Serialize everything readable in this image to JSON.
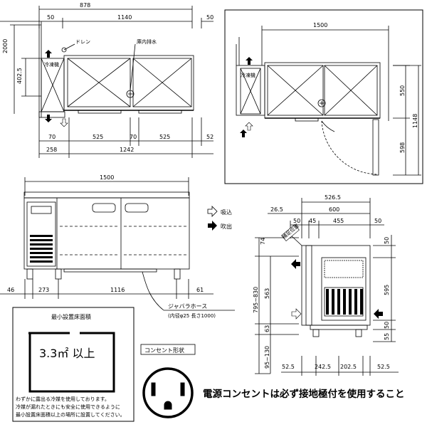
{
  "plan": {
    "dims_top": [
      "878",
      "50",
      "1140",
      "50"
    ],
    "left_dims": [
      "2000",
      "402.5"
    ],
    "labels": {
      "freezer": "冷凍機",
      "drain": "ドレン",
      "inner_drain": "庫内排水"
    },
    "dims_bottom_row1": [
      "70",
      "525",
      "70",
      "525",
      "52"
    ],
    "dims_bottom_row2": [
      "258",
      "1242"
    ]
  },
  "door_view": {
    "width": "1500",
    "right_dims": [
      "550",
      "598",
      "1148"
    ],
    "label_freezer": "冷凍機"
  },
  "front": {
    "width": "1500",
    "dims_bottom": [
      "46",
      "273",
      "1116",
      "61"
    ],
    "hose_label": "ジャバラホース",
    "hose_spec": "(内径φ25 長さ1000)"
  },
  "airflow": {
    "intake": "吸込",
    "exhaust": "吹出"
  },
  "side": {
    "dims_top": [
      "526.5",
      "26.5",
      "600"
    ],
    "dims_row": [
      "50",
      "45",
      "455",
      "50"
    ],
    "left_dims": [
      "74",
      "795~830",
      "563",
      "63",
      "95~130"
    ],
    "right_dims": [
      "50",
      "595",
      "50",
      "55"
    ],
    "bottom_dims": [
      "52.5",
      "242.5",
      "202.5",
      "52.5"
    ],
    "badge": "補足位置"
  },
  "min_area": {
    "title": "最小設置床面積",
    "value": "3.3㎡ 以上",
    "notes": [
      "わずかに露出る冷媒を使用しております。",
      "冷媒が漏れたときにも安全に使用できるように",
      "最小設置床面積以上の場所に設置してください。"
    ]
  },
  "outlet": {
    "title": "コンセント形状",
    "warning": "電源コンセントは必ず接地極付を使用すること"
  }
}
